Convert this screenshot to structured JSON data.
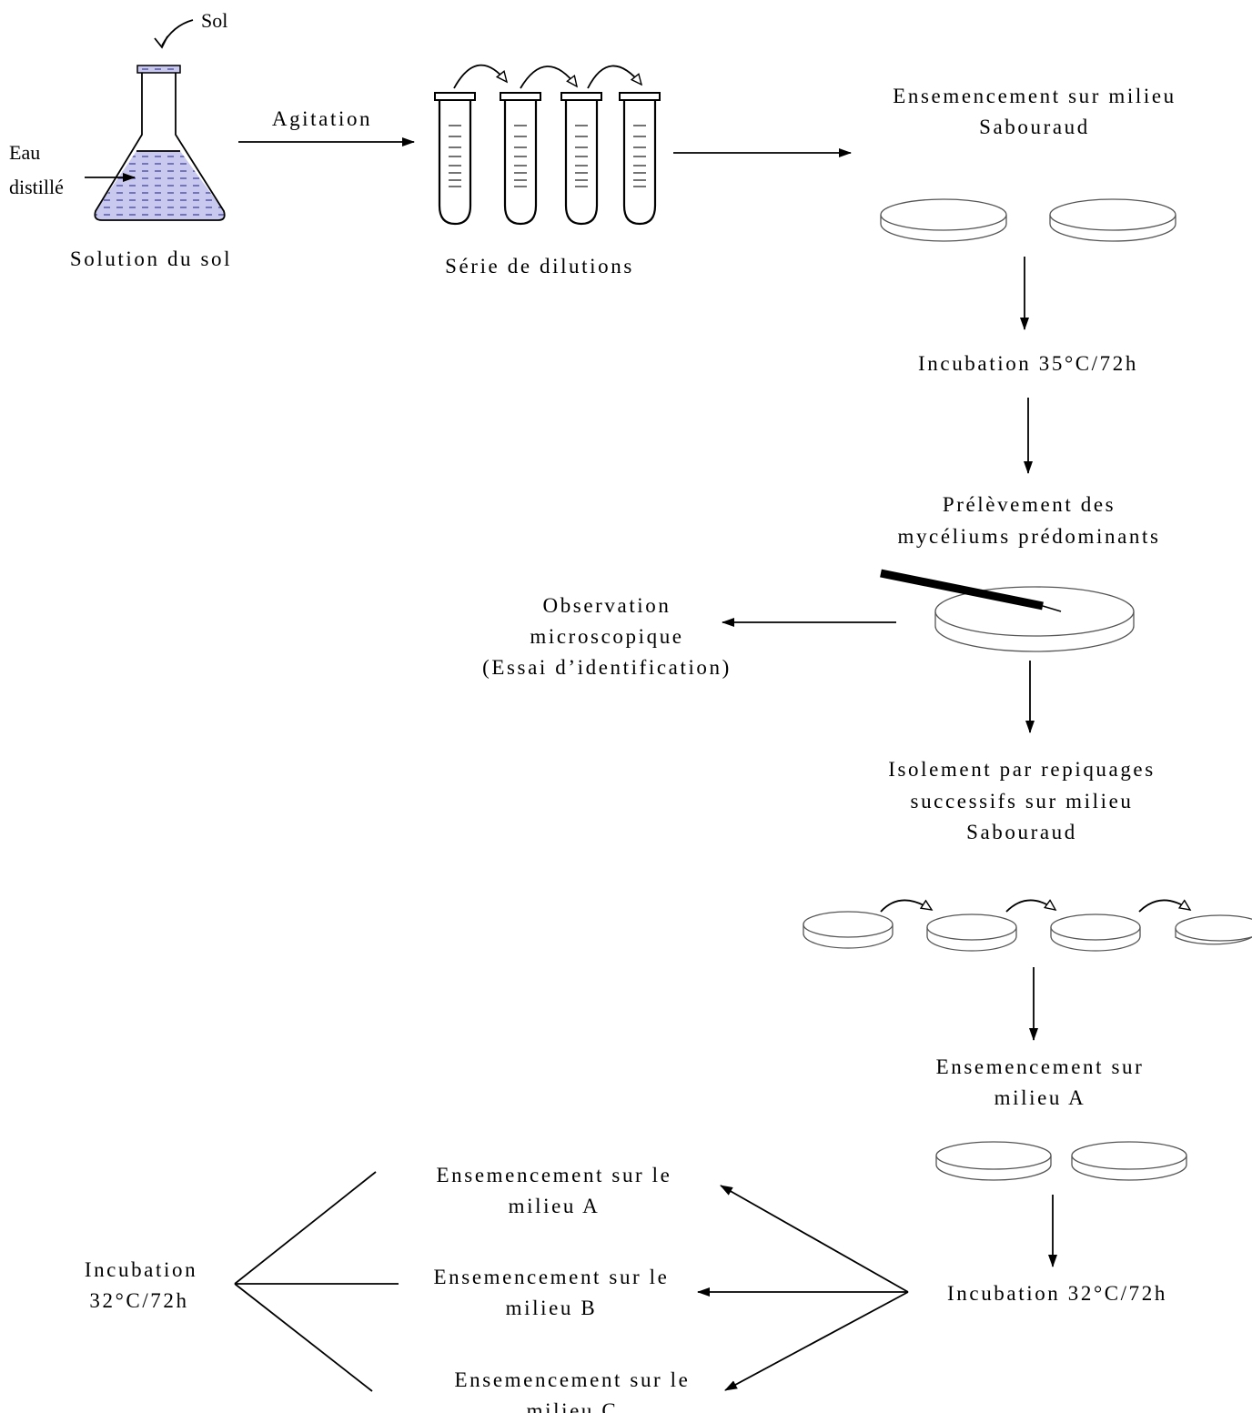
{
  "labels": {
    "sol": "Sol",
    "eau": "Eau",
    "distille": "distillé",
    "solution_du_sol": "Solution du sol",
    "agitation": "Agitation",
    "serie_de_dilutions": "Série de dilutions",
    "ensemencement_sabouraud_1": "Ensemencement sur milieu",
    "ensemencement_sabouraud_2": "Sabouraud",
    "incubation_35": "Incubation 35°C/72h",
    "prelevement_1": "Prélèvement des",
    "prelevement_2": "mycéliums prédominants",
    "observation_1": "Observation",
    "observation_2": "microscopique",
    "observation_3": "(Essai d’identification)",
    "isolement_1": "Isolement par repiquages",
    "isolement_2": "successifs sur milieu",
    "isolement_3": "Sabouraud",
    "ensemencement_a_1": "Ensemencement sur",
    "ensemencement_a_2": "milieu A",
    "incubation_32_right": "Incubation 32°C/72h",
    "branch_a_1": "Ensemencement sur le",
    "branch_a_2": "milieu A",
    "branch_b_1": "Ensemencement sur le",
    "branch_b_2": "milieu B",
    "branch_c_1": "Ensemencement sur le",
    "branch_c_2": "milieu C",
    "incubation_32_left_1": "Incubation",
    "incubation_32_left_2": "32°C/72h"
  },
  "colors": {
    "liquid": "#c9c9ef",
    "liquid_dash": "#3a3a9a",
    "line": "#000000",
    "dish_edge": "#555555"
  }
}
